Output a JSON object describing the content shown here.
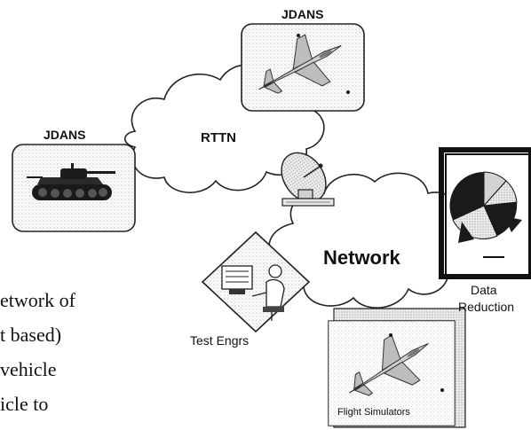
{
  "diagram": {
    "nodes": {
      "jdans_aircraft": {
        "label": "JDANS",
        "icon": "fighter-jet-icon"
      },
      "jdans_tank": {
        "label": "JDANS",
        "icon": "tank-icon"
      },
      "rttn": {
        "label": "RTTN"
      },
      "network": {
        "label": "Network"
      },
      "antenna": {
        "icon": "satellite-dish-icon"
      },
      "data_reduction": {
        "label_line1": "Data",
        "label_line2": "Reduction",
        "icon": "pie-chart-icon"
      },
      "test_engrs": {
        "label": "Test Engrs",
        "icon": "workstation-operator-icon"
      },
      "flight_sim": {
        "label": "Flight Simulators",
        "icon": "fighter-jet-icon"
      }
    },
    "body_text": {
      "line1": "etwork of",
      "line2": "t based)",
      "line3": "vehicle",
      "line4": "icle to"
    }
  }
}
